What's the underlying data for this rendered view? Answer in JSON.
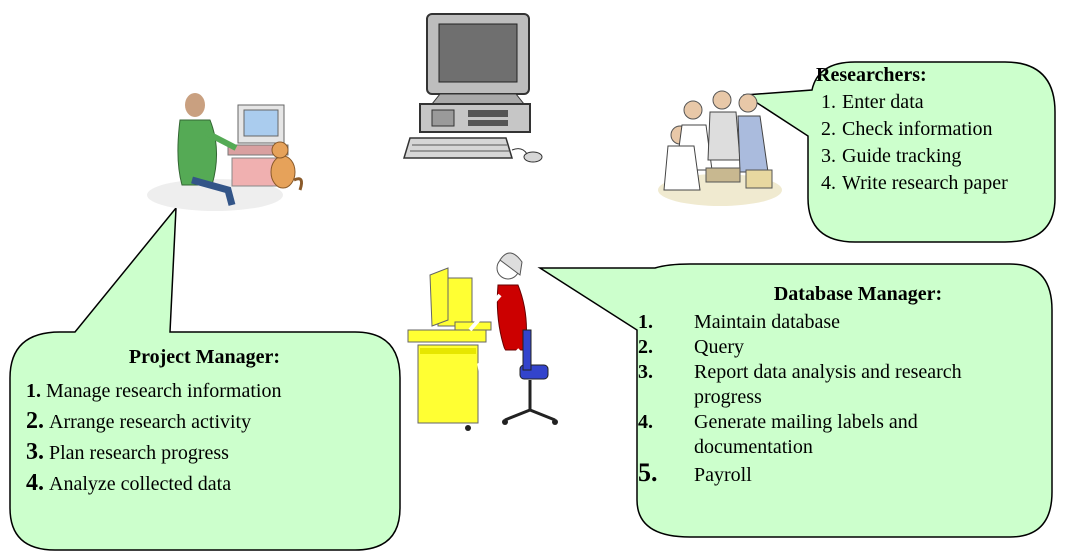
{
  "colors": {
    "bubble_fill": "#ccffcc",
    "bubble_stroke": "#000000",
    "chair_red": "#cc0000",
    "desk_yellow": "#ffff33"
  },
  "researchers": {
    "title": "Researchers:",
    "items": [
      {
        "num": "1.",
        "text": "Enter data"
      },
      {
        "num": "2.",
        "text": "Check information"
      },
      {
        "num": "3.",
        "text": "Guide tracking"
      },
      {
        "num": "4.",
        "text": "Write research paper"
      }
    ]
  },
  "database_manager": {
    "title": "Database Manager:",
    "items": [
      {
        "num": "1.",
        "text": "Maintain database"
      },
      {
        "num": "2.",
        "text": "Query"
      },
      {
        "num": "3.",
        "text": "Report data analysis and research progress"
      },
      {
        "num": "4.",
        "text": "Generate mailing labels and documentation"
      },
      {
        "num": "5.",
        "text": "Payroll"
      }
    ]
  },
  "project_manager": {
    "title": "Project Manager:",
    "items": [
      {
        "num": "1.",
        "text": "Manage research information"
      },
      {
        "num": "2.",
        "text": "Arrange research activity"
      },
      {
        "num": "3.",
        "text": "Plan research progress"
      },
      {
        "num": "4.",
        "text": "Analyze collected data"
      }
    ]
  },
  "icons": [
    "computer-icon",
    "project-manager-illustration",
    "researchers-illustration",
    "database-manager-illustration"
  ]
}
